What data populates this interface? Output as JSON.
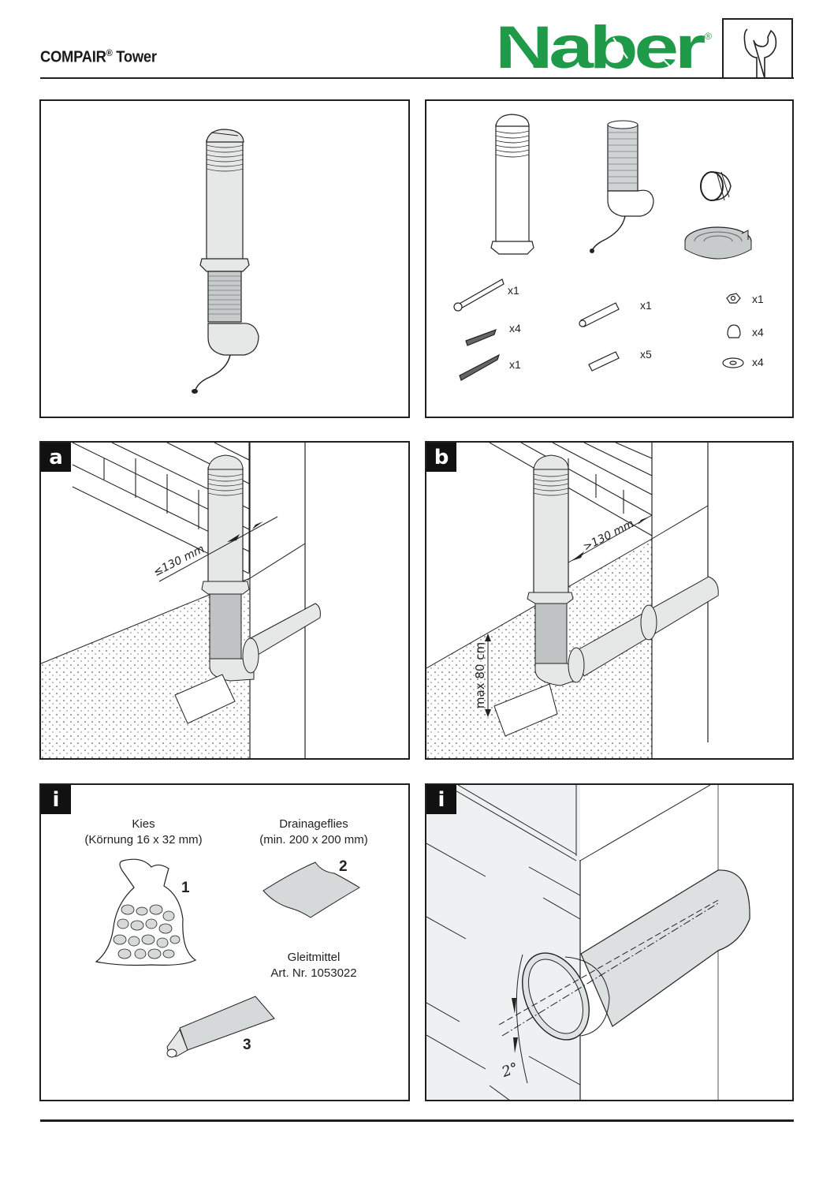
{
  "header": {
    "title": "COMPAIR",
    "title_mark": "®",
    "title_suffix": " Tower",
    "brand": "Naber",
    "brand_mark": "®",
    "brand_color": "#1e9a48",
    "tool_icon": "wrench-icon"
  },
  "panels": {
    "overview": {
      "icon": "assembled-tower-illustration"
    },
    "parts": {
      "items": [
        {
          "name": "tower-column",
          "icon": "tower-column-illustration"
        },
        {
          "name": "flex-hose-with-elbow",
          "icon": "hose-elbow-illustration"
        },
        {
          "name": "hose-clamp",
          "icon": "clamp-illustration"
        },
        {
          "name": "sealing-tape-roll",
          "icon": "tape-roll-illustration"
        }
      ],
      "hardware": [
        {
          "name": "bolt",
          "qty": "x1"
        },
        {
          "name": "wood-screw",
          "qty": "x4"
        },
        {
          "name": "hanger-bolt",
          "qty": "x1"
        },
        {
          "name": "spacer-sleeve",
          "qty": "x1"
        },
        {
          "name": "wall-plug",
          "qty": "x5"
        },
        {
          "name": "hex-nut",
          "qty": "x1"
        },
        {
          "name": "cap-nut",
          "qty": "x4"
        },
        {
          "name": "washer",
          "qty": "x4"
        }
      ]
    },
    "step_a": {
      "badge": "a",
      "dimension": "≤130 mm"
    },
    "step_b": {
      "badge": "b",
      "dimension": ">130 mm",
      "depth": "max 80 cm"
    },
    "info_materials": {
      "badge": "i",
      "items": [
        {
          "number": "1",
          "title": "Kies",
          "detail": "(Körnung 16 x 32 mm)"
        },
        {
          "number": "2",
          "title": "Drainageflies",
          "detail": "(min. 200 x 200 mm)"
        },
        {
          "number": "3",
          "title": "Gleitmittel",
          "detail": "Art. Nr. 1053022"
        }
      ]
    },
    "info_slope": {
      "badge": "i",
      "angle": "2°"
    }
  }
}
